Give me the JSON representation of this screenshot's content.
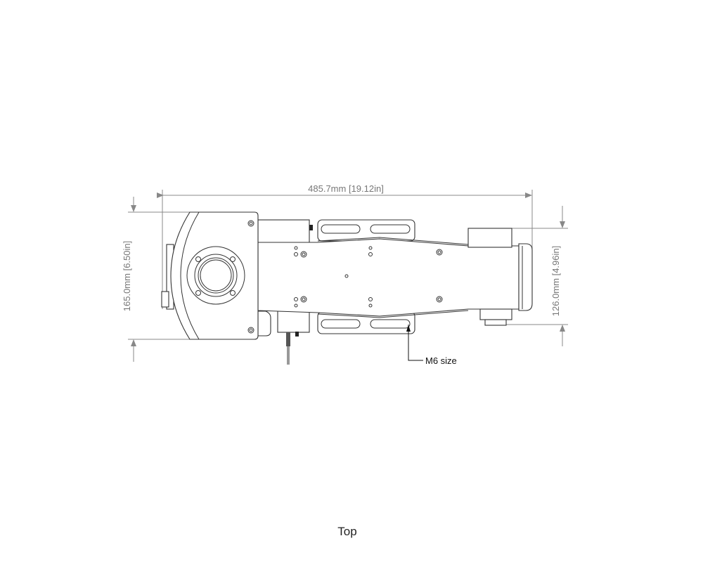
{
  "view_caption": "Top",
  "dimensions": {
    "overall_length": "485.7mm",
    "overall_length_in": "[19.12in]",
    "overall_width": "165.0mm",
    "overall_width_in": "[6.50in]",
    "body_width": "126.0mm",
    "body_width_in": "[4.96in]"
  },
  "callouts": {
    "mount_hole": "M6 size"
  },
  "colors": {
    "line": "#333333",
    "dimension": "#888888"
  }
}
